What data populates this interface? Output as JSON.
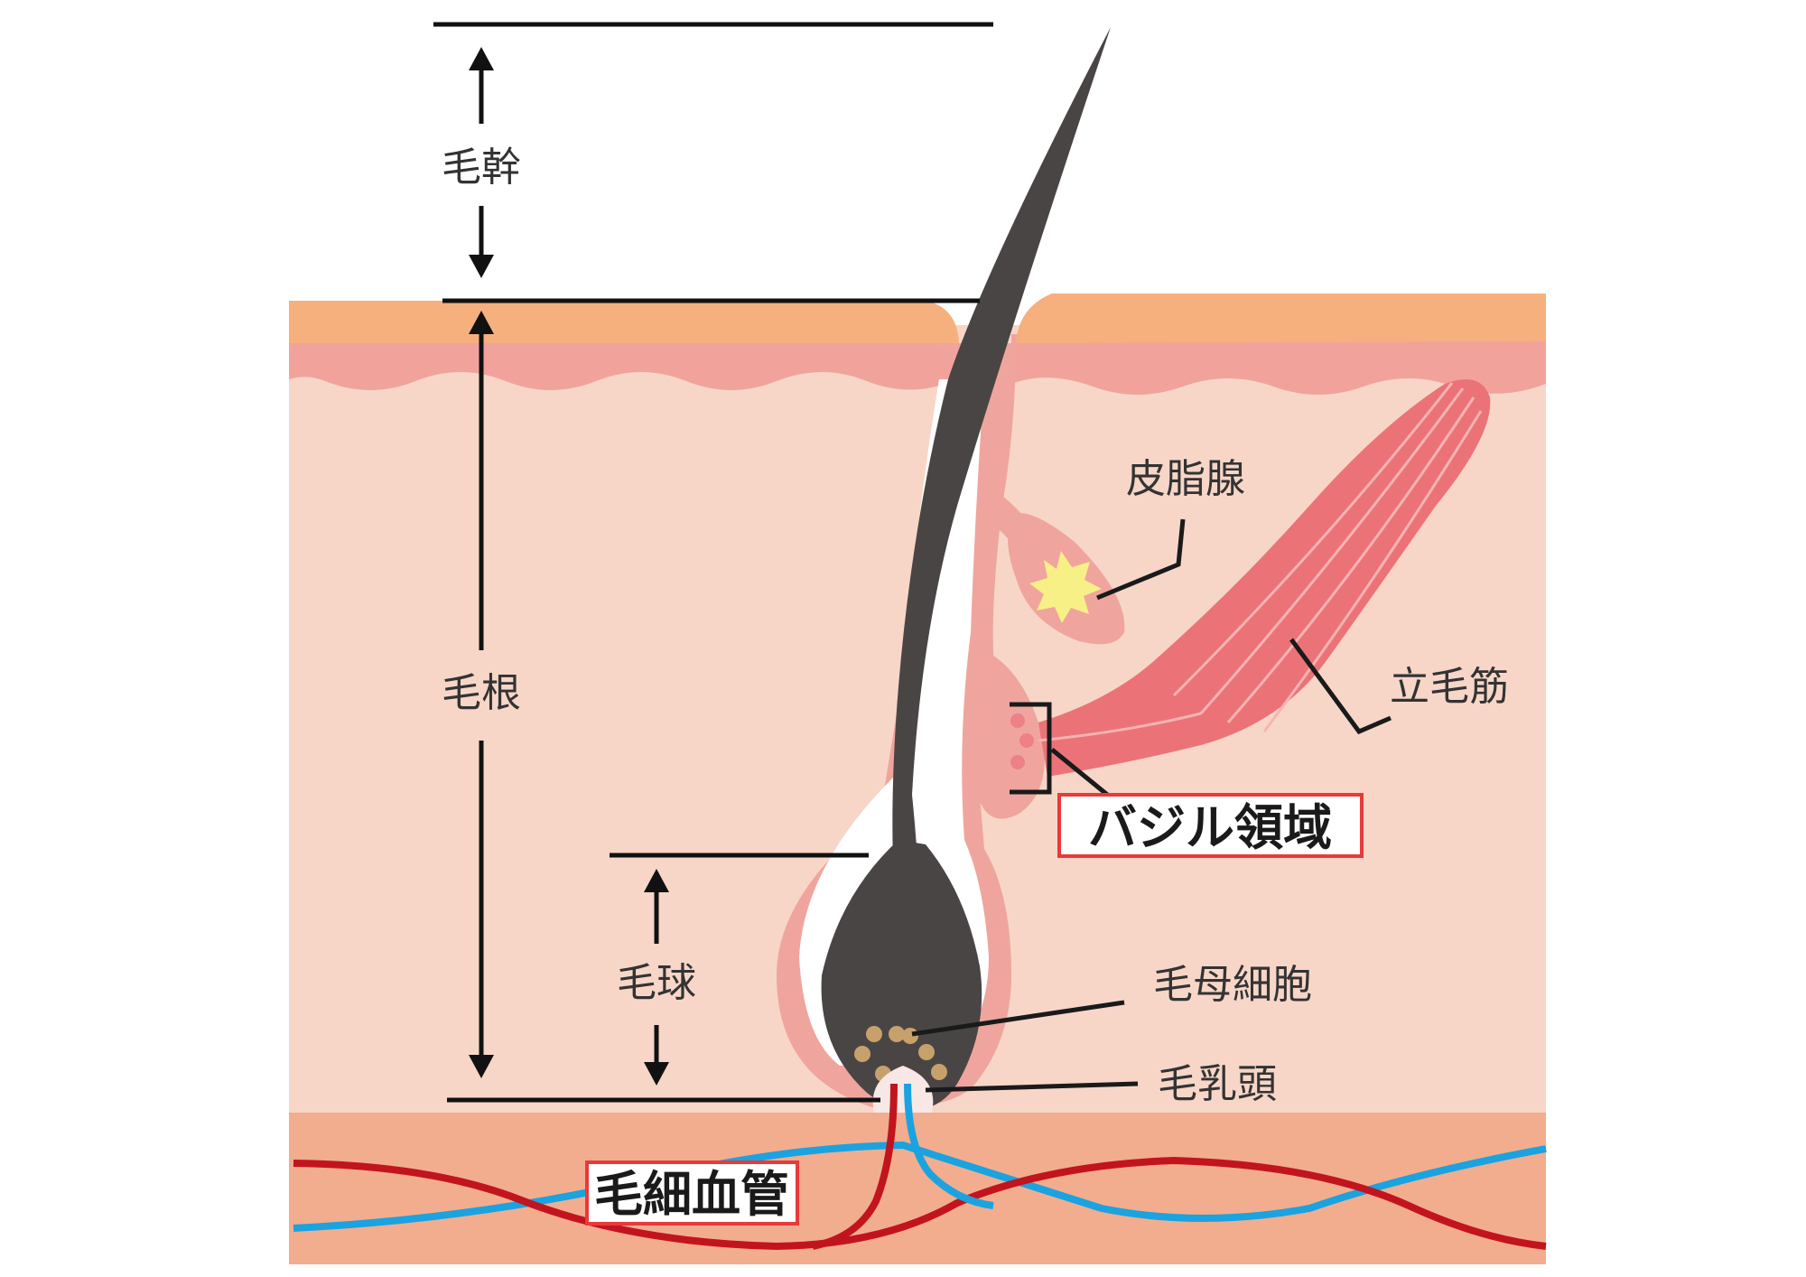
{
  "labels": {
    "hair_shaft": "毛幹",
    "hair_root": "毛根",
    "hair_bulb": "毛球",
    "sebaceous_gland": "皮脂腺",
    "arrector_pili": "立毛筋",
    "bulge_region": "バジル領域",
    "hair_matrix": "毛母細胞",
    "dermal_papilla": "毛乳頭",
    "capillary": "毛細血管"
  },
  "colors": {
    "epidermis": "#f5b07e",
    "dermis_upper": "#f1a39b",
    "dermis": "#f7d6c8",
    "subcutis": "#f2ad8e",
    "sheath": "#efa59d",
    "hair": "#4a4545",
    "muscle": "#eb7378",
    "sebum": "#f7f086",
    "vein": "#1aa3e0",
    "artery": "#c2141f",
    "matrix_cell": "#c7a16b",
    "highlight_box": "#e83a3a"
  }
}
